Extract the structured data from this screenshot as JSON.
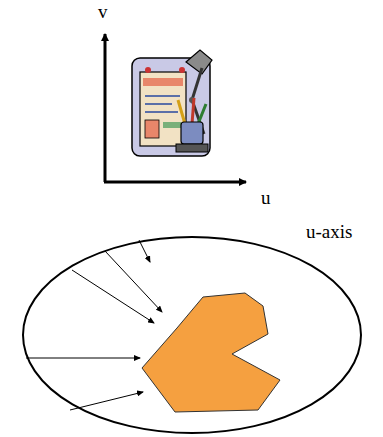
{
  "diagram": {
    "labels": [
      "v",
      "u",
      "u-axis"
    ]
  }
}
